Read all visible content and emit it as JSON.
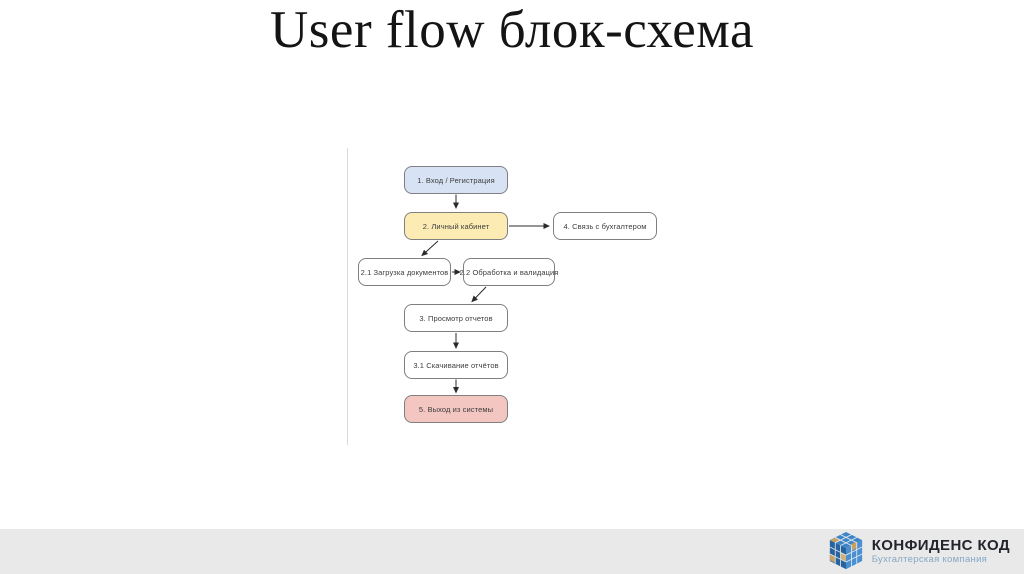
{
  "slide": {
    "title": "User flow блок-схема"
  },
  "diagram": {
    "type": "flowchart",
    "nodes": [
      {
        "id": "1",
        "label": "1. Вход / Регистрация",
        "fill": "#d7e3f4"
      },
      {
        "id": "2",
        "label": "2. Личный кабинет",
        "fill": "#fcecb4"
      },
      {
        "id": "4",
        "label": "4. Связь с бухгалтером",
        "fill": "#ffffff"
      },
      {
        "id": "2.1",
        "label": "2.1 Загрузка документов",
        "fill": "#ffffff"
      },
      {
        "id": "2.2",
        "label": "2.2 Обработка и валидация",
        "fill": "#ffffff"
      },
      {
        "id": "3",
        "label": "3. Просмотр отчетов",
        "fill": "#ffffff"
      },
      {
        "id": "3.1",
        "label": "3.1 Скачивание отчётов",
        "fill": "#ffffff"
      },
      {
        "id": "5",
        "label": "5. Выход из системы",
        "fill": "#f3c6c2"
      }
    ],
    "edges": [
      {
        "from": "1",
        "to": "2"
      },
      {
        "from": "2",
        "to": "4"
      },
      {
        "from": "2",
        "to": "2.1"
      },
      {
        "from": "2.1",
        "to": "2.2"
      },
      {
        "from": "2.2",
        "to": "3"
      },
      {
        "from": "3",
        "to": "3.1"
      },
      {
        "from": "3.1",
        "to": "5"
      }
    ],
    "node_border_color": "#7f7f7f",
    "arrow_color": "#2b2b2b"
  },
  "footer": {
    "brand": "КОНФИДЕНС КОД",
    "tagline": "Бухгалтерская компания",
    "brand_color": "#23252d",
    "tagline_color": "#84a8c6",
    "band_color": "#e9e9e9"
  }
}
